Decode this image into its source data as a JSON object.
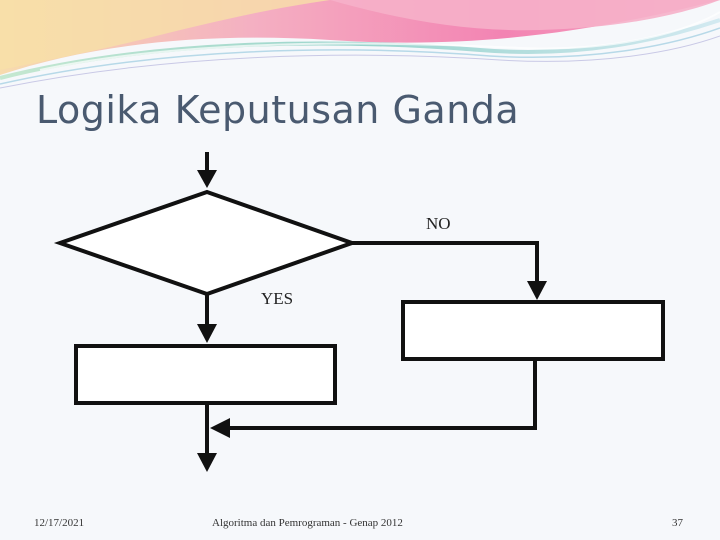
{
  "slide": {
    "title": "Logika Keputusan Ganda"
  },
  "diagram": {
    "no_label": "NO",
    "yes_label": "YES"
  },
  "footer": {
    "date": "12/17/2021",
    "course": "Algoritma dan Pemrograman - Genap 2012",
    "page": "37"
  },
  "colors": {
    "title": "#4a5a70",
    "banner_pink": "#f08cb4",
    "banner_orange": "#f7c98a",
    "banner_teal": "#9fd6cf",
    "stroke": "#111111"
  }
}
